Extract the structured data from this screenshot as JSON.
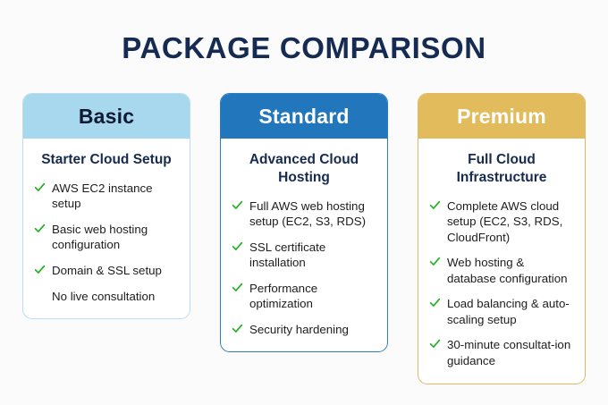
{
  "page": {
    "title": "PACKAGE COMPARISON",
    "background_color": "#fbfbfc",
    "title_color": "#152b52"
  },
  "icons": {
    "check": "check-icon",
    "check_color": "#22b022"
  },
  "cards": [
    {
      "name": "Basic",
      "subtitle": "Starter Cloud Setup",
      "header_bg": "#a8d8ee",
      "header_text_color": "#101a33",
      "border_color": "#bddcef",
      "features": [
        {
          "text": "AWS EC2 instance setup",
          "checked": true
        },
        {
          "text": "Basic web hosting configuration",
          "checked": true
        },
        {
          "text": "Domain & SSL setup",
          "checked": true
        },
        {
          "text": "No live consultation",
          "checked": false
        }
      ]
    },
    {
      "name": "Standard",
      "subtitle": "Advanced Cloud Hosting",
      "header_bg": "#2277bc",
      "header_text_color": "#ffffff",
      "border_color": "#2b7ec0",
      "features": [
        {
          "text": "Full AWS web hosting setup (EC2, S3, RDS)",
          "checked": true
        },
        {
          "text": "SSL certificate installation",
          "checked": true
        },
        {
          "text": "Performance optimization",
          "checked": true
        },
        {
          "text": "Security hardening",
          "checked": true
        }
      ]
    },
    {
      "name": "Premium",
      "subtitle": "Full Cloud Infrastructure",
      "header_bg": "#e2bc5c",
      "header_text_color": "#ffffff",
      "border_color": "#dfb964",
      "features": [
        {
          "text": "Complete AWS cloud setup (EC2, S3, RDS, CloudFront)",
          "checked": true
        },
        {
          "text": "Web hosting & database configuration",
          "checked": true
        },
        {
          "text": "Load balancing & auto-scaling setup",
          "checked": true
        },
        {
          "text": "30-minute consultat-ion guidance",
          "checked": true
        }
      ]
    }
  ]
}
